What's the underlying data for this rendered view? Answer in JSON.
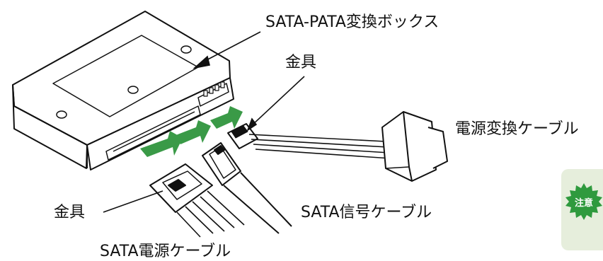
{
  "labels": {
    "box": "SATA-PATA変換ボックス",
    "bracket_top": "金具",
    "power_conv_cable": "電源変換ケーブル",
    "bracket_left": "金具",
    "sata_signal_cable": "SATA信号ケーブル",
    "sata_power_cable": "SATA電源ケーブル"
  },
  "note": {
    "badge_text": "注意"
  },
  "colors": {
    "arrow_green": "#3a9a47",
    "note_bg": "#e6eedc",
    "badge_green": "#2f9a3e",
    "line": "#111111"
  }
}
